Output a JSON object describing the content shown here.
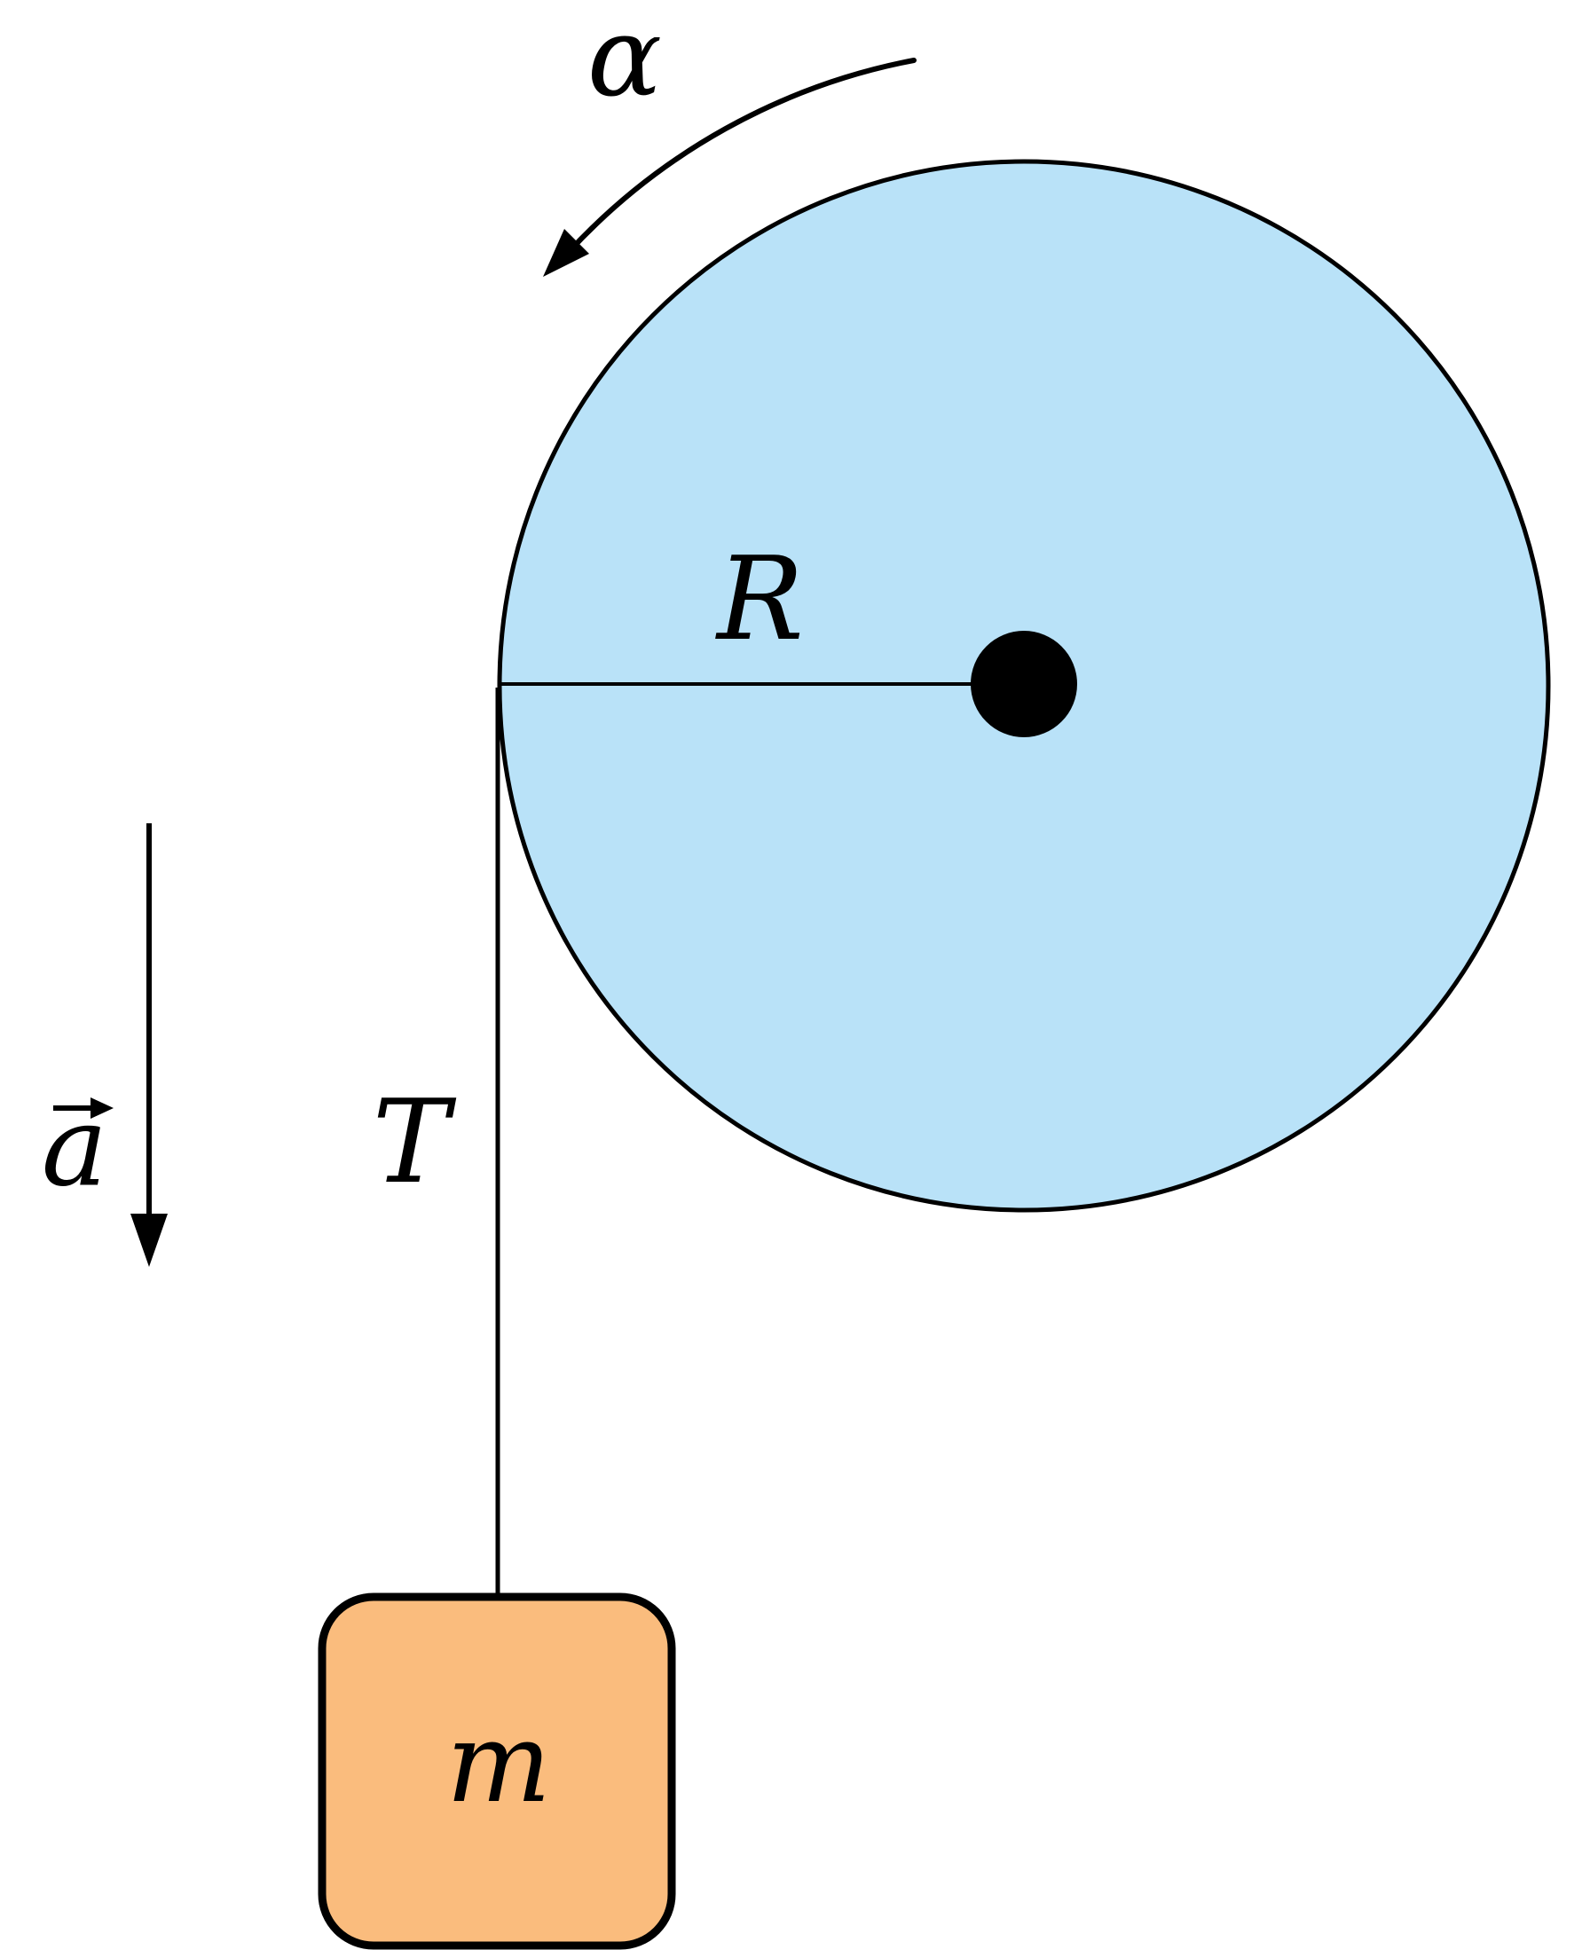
{
  "figure": {
    "type": "physics-diagram",
    "description": "Pulley of radius R with angular acceleration alpha; rope with tension T supports hanging mass m accelerating downward with acceleration a",
    "labels": {
      "angular_acceleration": "α",
      "radius": "R",
      "tension": "T",
      "acceleration": "a",
      "mass": "m"
    },
    "colors": {
      "pulley_fill": "#B9E2F8",
      "pulley_hub": "#000000",
      "mass_fill": "#FABC7D",
      "line": "#000000",
      "background": "#FFFFFF"
    }
  }
}
